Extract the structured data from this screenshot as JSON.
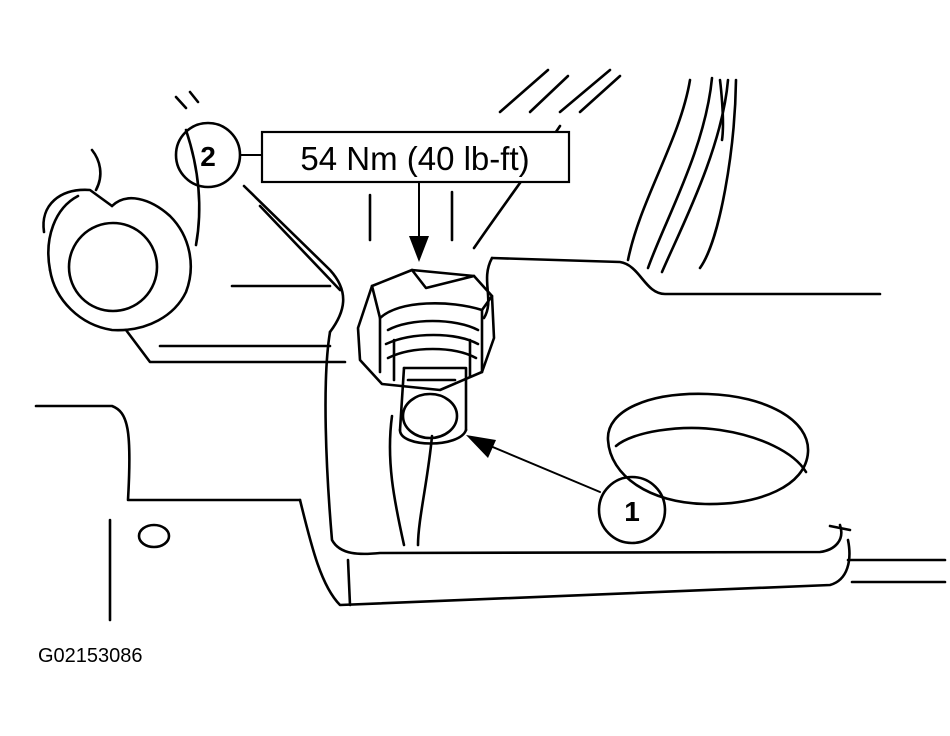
{
  "callouts": [
    {
      "number": "1",
      "refers_to": "drain plug"
    },
    {
      "number": "2",
      "refers_to": "torque spec"
    }
  ],
  "torque_label": "54 Nm (40 lb-ft)",
  "figure_id": "G02153086",
  "colors": {
    "ink": "#000000",
    "paper": "#ffffff"
  }
}
